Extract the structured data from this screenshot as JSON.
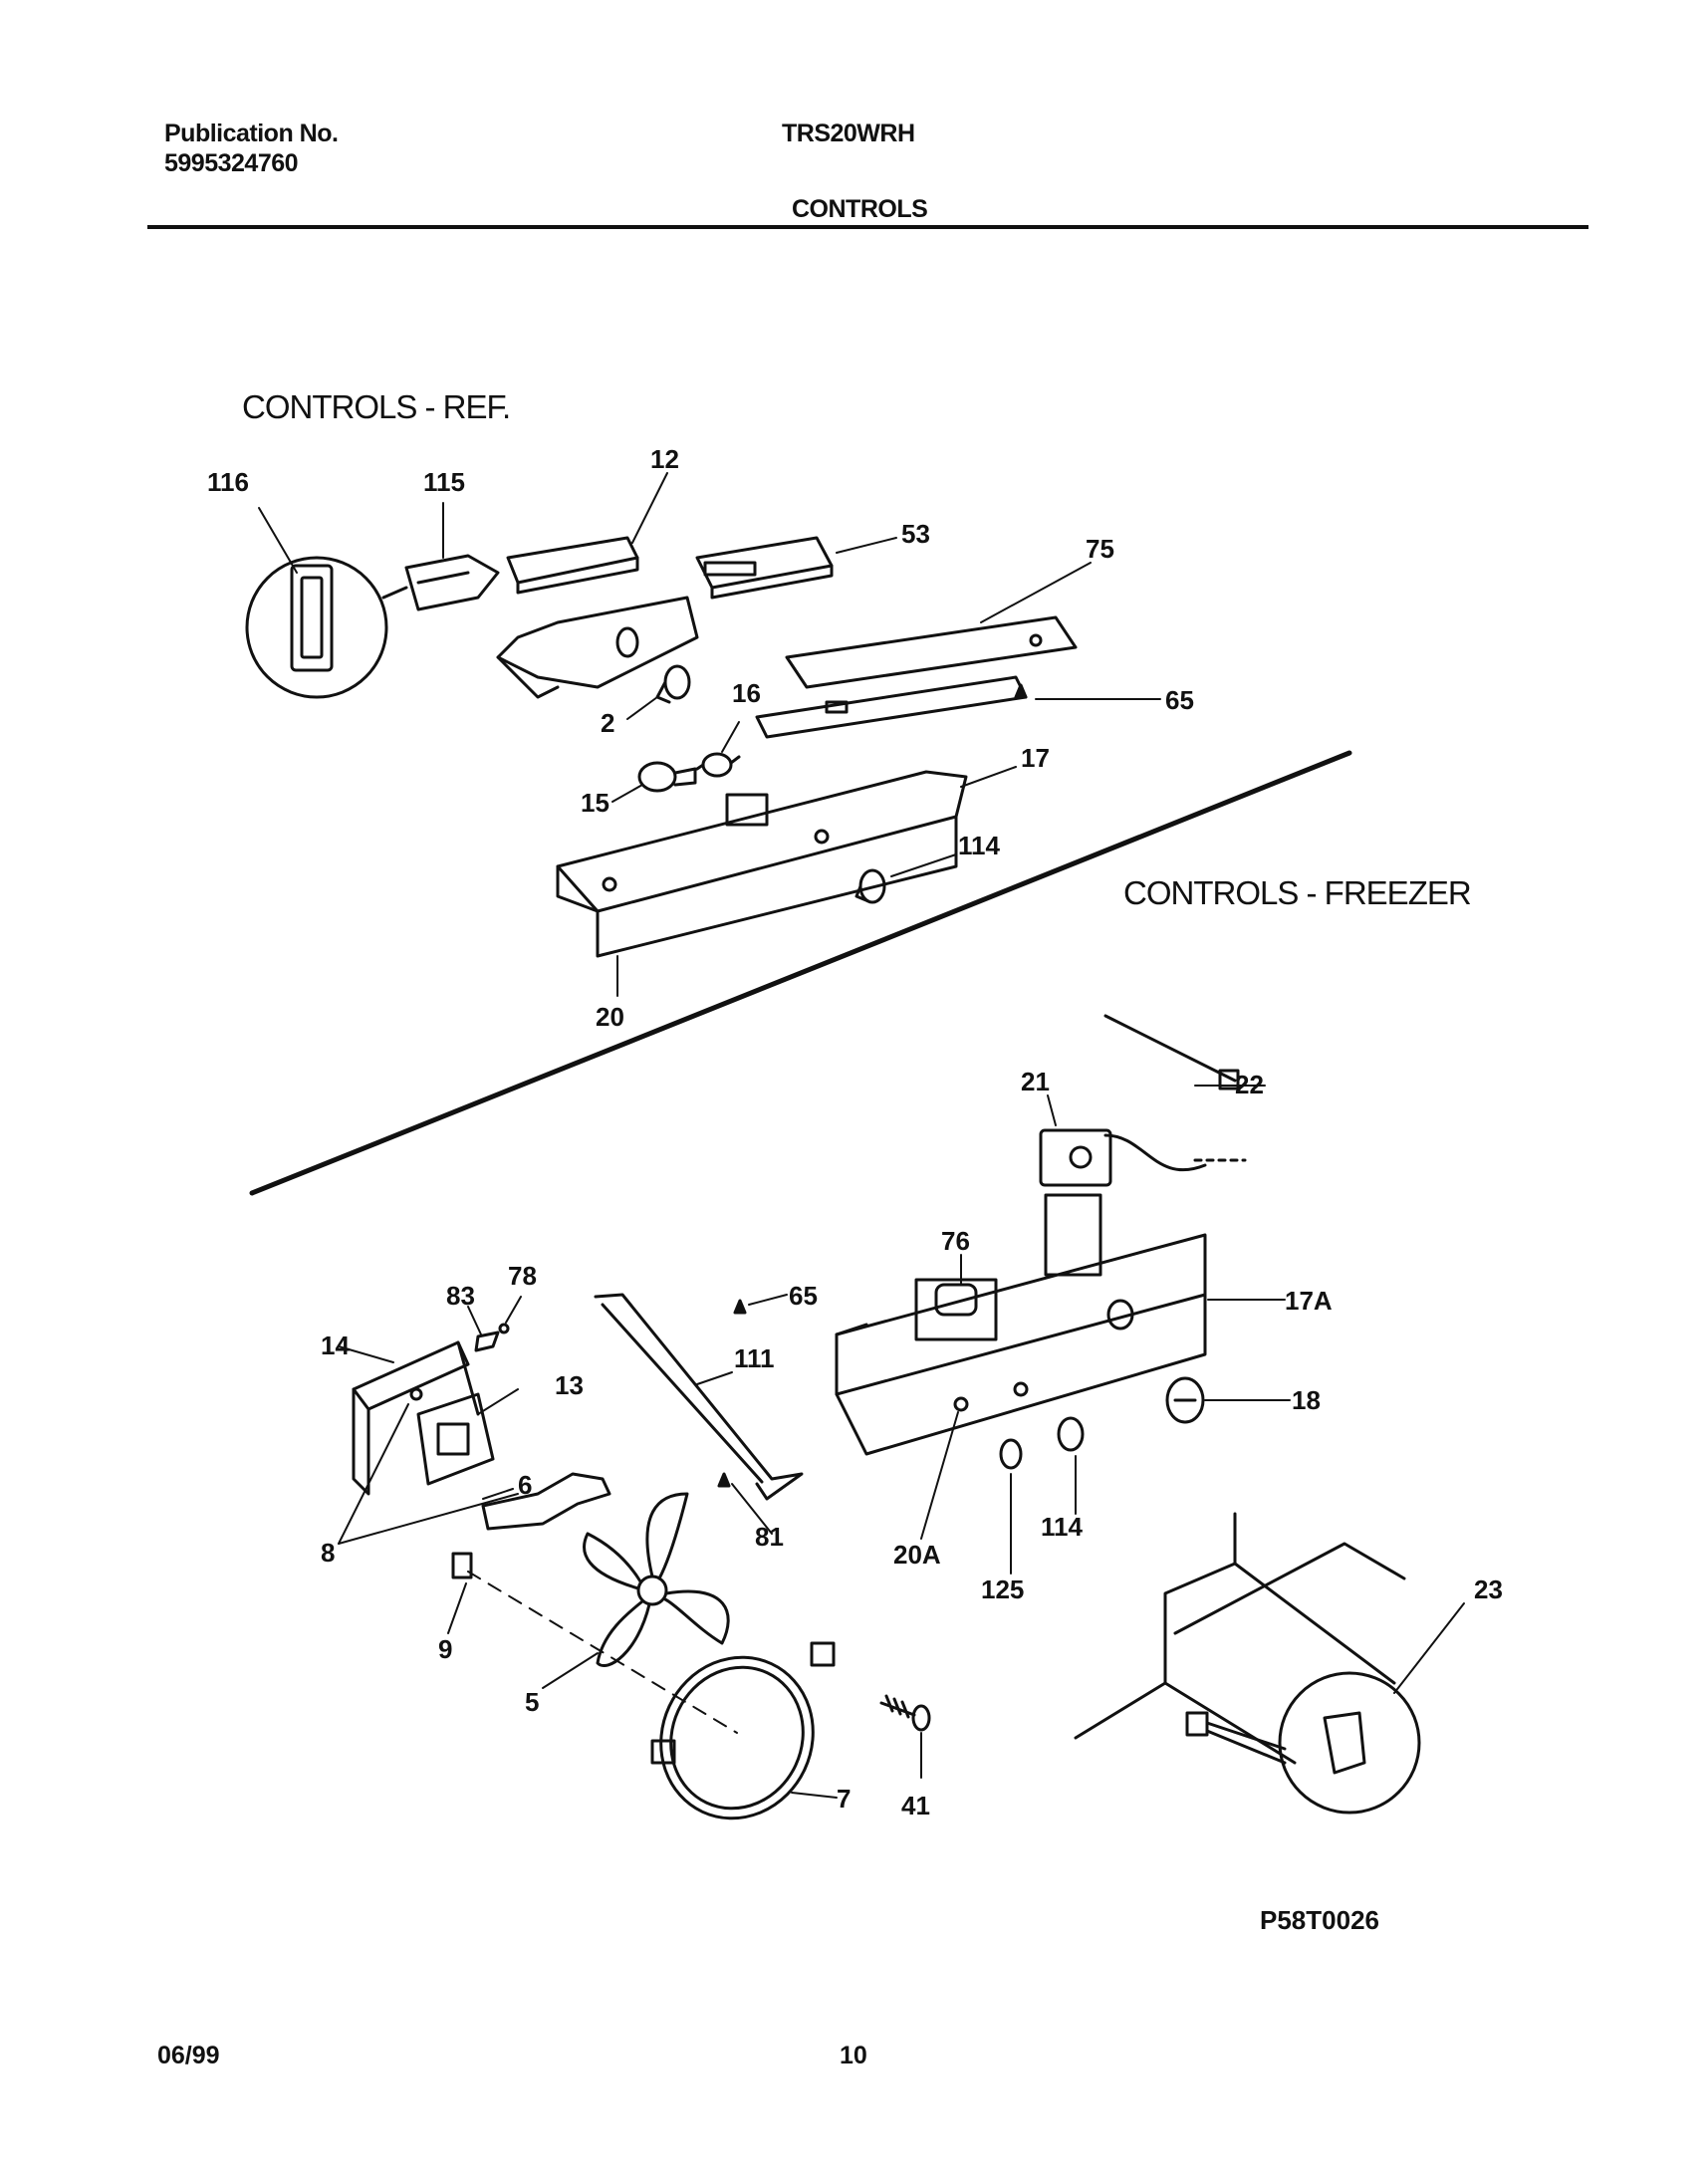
{
  "header": {
    "publication_label": "Publication No.",
    "publication_number": "5995324760",
    "model": "TRS20WRH",
    "section_title": "CONTROLS"
  },
  "sections": {
    "ref_title": "CONTROLS - REF.",
    "freezer_title": "CONTROLS - FREEZER"
  },
  "callouts": {
    "c116": "116",
    "c115": "115",
    "c12": "12",
    "c53": "53",
    "c75": "75",
    "c2": "2",
    "c16": "16",
    "c65a": "65",
    "c15": "15",
    "c17": "17",
    "c114a": "114",
    "c20": "20",
    "c21": "21",
    "c22": "22",
    "c76": "76",
    "c17A": "17A",
    "c65b": "65",
    "c83": "83",
    "c78": "78",
    "c14": "14",
    "c13": "13",
    "c111": "111",
    "c18": "18",
    "c6": "6",
    "c8": "8",
    "c81": "81",
    "c20A": "20A",
    "c114b": "114",
    "c125": "125",
    "c23": "23",
    "c9": "9",
    "c5": "5",
    "c7": "7",
    "c41": "41"
  },
  "diagram_code": "P58T0026",
  "footer": {
    "date": "06/99",
    "page": "10"
  }
}
